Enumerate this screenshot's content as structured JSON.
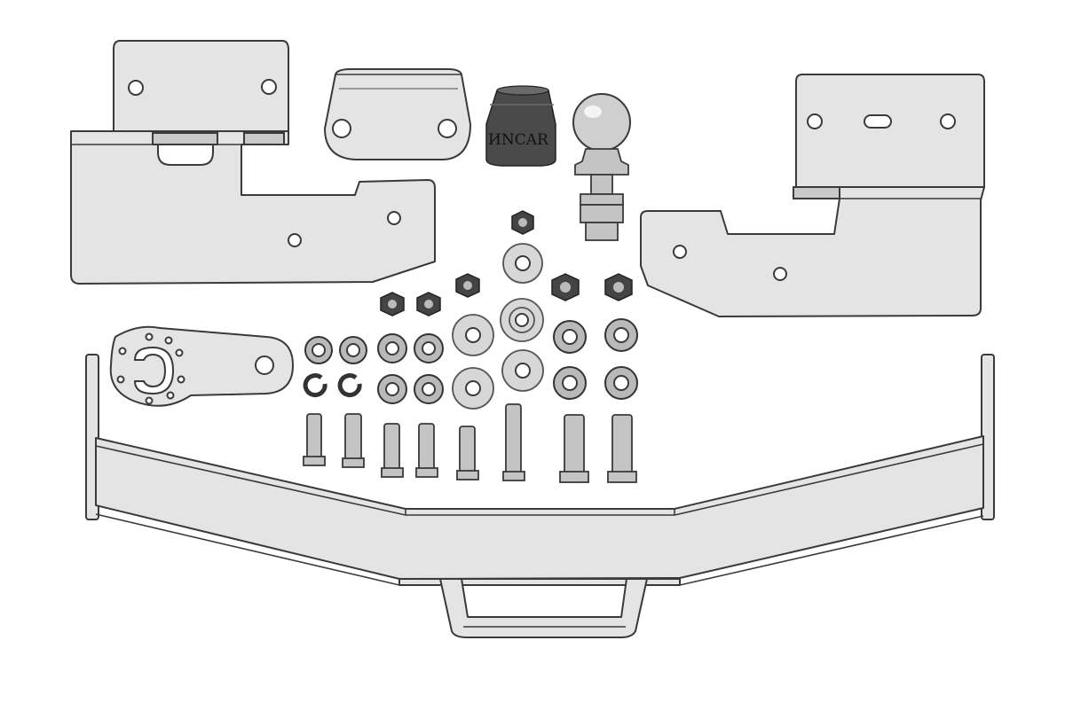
{
  "brand": {
    "cap_label": "ИNCAR"
  },
  "colors": {
    "background": "#ffffff",
    "metal": "#e4e4e4",
    "outline": "#3a3a3a",
    "cap": "#4a4a4a",
    "nut": "#444444"
  },
  "parts": {
    "bracket_left": "bracket",
    "bracket_right": "bracket",
    "mount_plate": "plate",
    "ball_cap": "cap",
    "tow_ball": "tow-ball",
    "socket_plate": "socket-plate",
    "cross_beam": "cross-beam"
  }
}
